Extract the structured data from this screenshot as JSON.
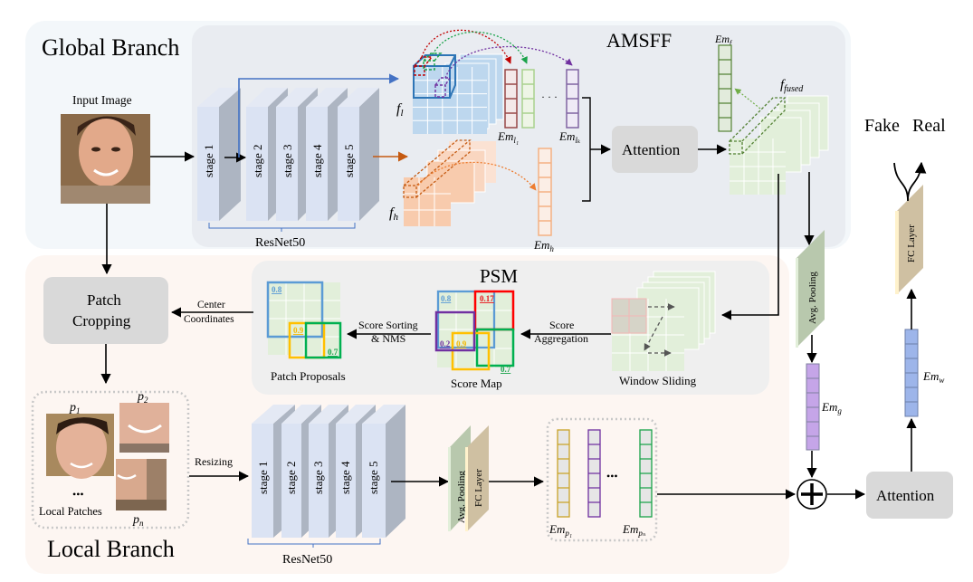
{
  "global_branch": {
    "title": "Global Branch",
    "input_label": "Input Image",
    "backbone_label": "ResNet50",
    "stages": [
      "stage 1",
      "stage 2",
      "stage 3",
      "stage 4",
      "stage 5"
    ]
  },
  "amsff": {
    "title": "AMSFF",
    "f_low": "f",
    "f_low_sub": "l",
    "f_high": "f",
    "f_high_sub": "h",
    "em_l1": "Em",
    "em_l1_sub": "l₁",
    "em_lk": "Em",
    "em_lk_sub": "lₖ",
    "em_h": "Em",
    "em_h_sub": "h",
    "ellipsis": "· · ·",
    "attention_label": "Attention",
    "em_f": "Em",
    "em_f_sub": "f",
    "f_fused": "f",
    "f_fused_sub": "fused"
  },
  "psm": {
    "title": "PSM",
    "patch_proposals_label": "Patch Proposals",
    "score_map_label": "Score Map",
    "window_sliding_label": "Window Sliding",
    "score_sorting_line1": "Score Sorting",
    "score_sorting_line2": "& NMS",
    "score_agg_line1": "Score",
    "score_agg_line2": "Aggregation",
    "proposal_scores": [
      {
        "value": "0.8",
        "color": "#5b9bd5"
      },
      {
        "value": "0.9",
        "color": "#f5b800"
      },
      {
        "value": "0.7",
        "color": "#1aa34a"
      }
    ],
    "score_map_scores": [
      {
        "value": "0.8",
        "color": "#5b9bd5"
      },
      {
        "value": "0.17",
        "color": "#e8141b"
      },
      {
        "value": "0.2",
        "color": "#7030a0"
      },
      {
        "value": "0.9",
        "color": "#f5b800"
      },
      {
        "value": "0.7",
        "color": "#1aa34a"
      }
    ]
  },
  "local_branch": {
    "title": "Local Branch",
    "patch_cropping_line1": "Patch",
    "patch_cropping_line2": "Cropping",
    "center_line1": "Center",
    "center_line2": "Coordinates",
    "p1": "p",
    "p1_sub": "1",
    "p2": "p",
    "p2_sub": "2",
    "pn": "p",
    "pn_sub": "n",
    "dots": "•••",
    "local_patches_label": "Local Patches",
    "resizing_label": "Resizing",
    "backbone_label": "ResNet50",
    "stages": [
      "stage 1",
      "stage 2",
      "stage 3",
      "stage 4",
      "stage 5"
    ],
    "avg_pooling_label": "Avg. Pooling",
    "fc_layer_label": "FC Layer",
    "em_p1": "Em",
    "em_p1_sub": "p₁",
    "em_pn": "Em",
    "em_pn_sub": "pₙ",
    "ellipsis": "•••"
  },
  "head": {
    "avg_pooling_label": "Avg. Pooling",
    "em_g": "Em",
    "em_g_sub": "g",
    "em_w": "Em",
    "em_w_sub": "w",
    "attention_label": "Attention",
    "fc_layer_label": "FC Layer",
    "fake_label": "Fake",
    "real_label": "Real",
    "plus_symbol": "+"
  },
  "colors": {
    "global_bg": "#f3f7fa",
    "amsff_bg": "#e9ecf1",
    "local_bg": "#fdf6f2",
    "psm_bg": "#efefef",
    "stage_front": "#dbe3f3",
    "stage_side": "#adb5c2",
    "attention_box": "#d9d9d9",
    "low_feat": "#bdd7ee",
    "high_feat": "#f8cbad",
    "fused_feat": "#e2efda",
    "em_g": "#c5a5e8",
    "em_w": "#9db5ea"
  }
}
